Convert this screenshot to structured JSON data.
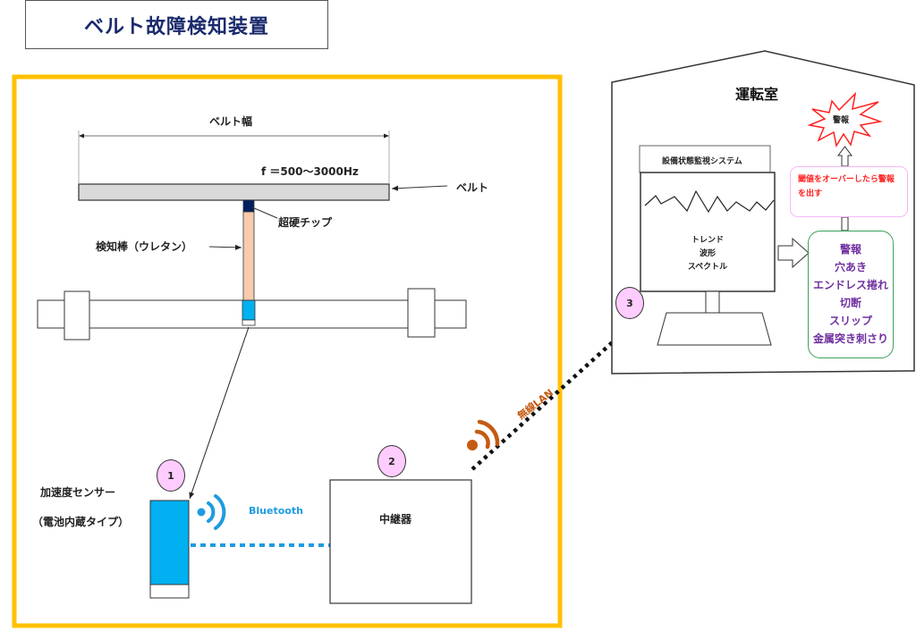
{
  "title": "ベルト故障検知装置",
  "field_section": {
    "belt_width_label": "ベルト幅",
    "frequency_label": "f ＝500～3000Hz",
    "belt_label": "ベルト",
    "carbide_tip_label": "超硬チップ",
    "detection_rod_label": "検知棒（ウレタン）",
    "sensor_label_line1": "加速度センサー",
    "sensor_label_line2": "（電池内蔵タイプ）",
    "bluetooth_label": "Bluetooth",
    "repeater_label": "中継器",
    "wireless_lan_label": "無線LAN",
    "badges": [
      "1",
      "2",
      "3"
    ]
  },
  "control_room": {
    "title": "運転室",
    "system_label": "設備状態監視システム",
    "monitor_lines": [
      "トレンド",
      "波形",
      "スペクトル"
    ],
    "alarm_burst_label": "警報",
    "threshold_note_line1": "閾値をオーバーしたら警報",
    "threshold_note_line2": "を出す",
    "failure_modes": [
      "警報",
      "穴あき",
      "エンドレス捲れ",
      "切断",
      "スリップ",
      "金属突き刺さり"
    ]
  },
  "colors": {
    "title_text": "#1a2a6c",
    "frame": "#ffc000",
    "bluetooth": "#1e9be0",
    "sensor_fill": "#00b0f0",
    "wireless_lan": "#c55a11",
    "badge_fill": "#ffccff",
    "rod_fill": "#f8cbad",
    "tip_fill": "#002060",
    "belt_fill": "#d9d9d9",
    "failure_text": "#7030a0",
    "failure_border": "#3aa25a",
    "alarm": "#ff2020"
  }
}
